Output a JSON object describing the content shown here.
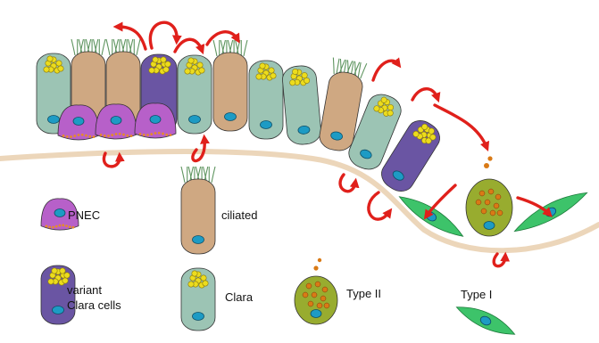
{
  "legend": {
    "pnec": "PNEC",
    "ciliated": "ciliated",
    "variant_line1": "variant",
    "variant_line2": "Clara cells",
    "clara": "Clara",
    "type2": "Type II",
    "type1": "Type I"
  },
  "colors": {
    "clara": "#9cc4b4",
    "ciliated": "#cfa882",
    "variant": "#6a55a3",
    "pnec": "#b760c9",
    "type2": "#98ac2f",
    "type1": "#3dc36a",
    "basement": "#ecd6ba",
    "arrow": "#e0201b",
    "nucleus": "#1d9bc4",
    "granule": "#ecdc1d",
    "granule_t2": "#d97a16",
    "cilia": "#5f9560",
    "outline": "#333333"
  }
}
